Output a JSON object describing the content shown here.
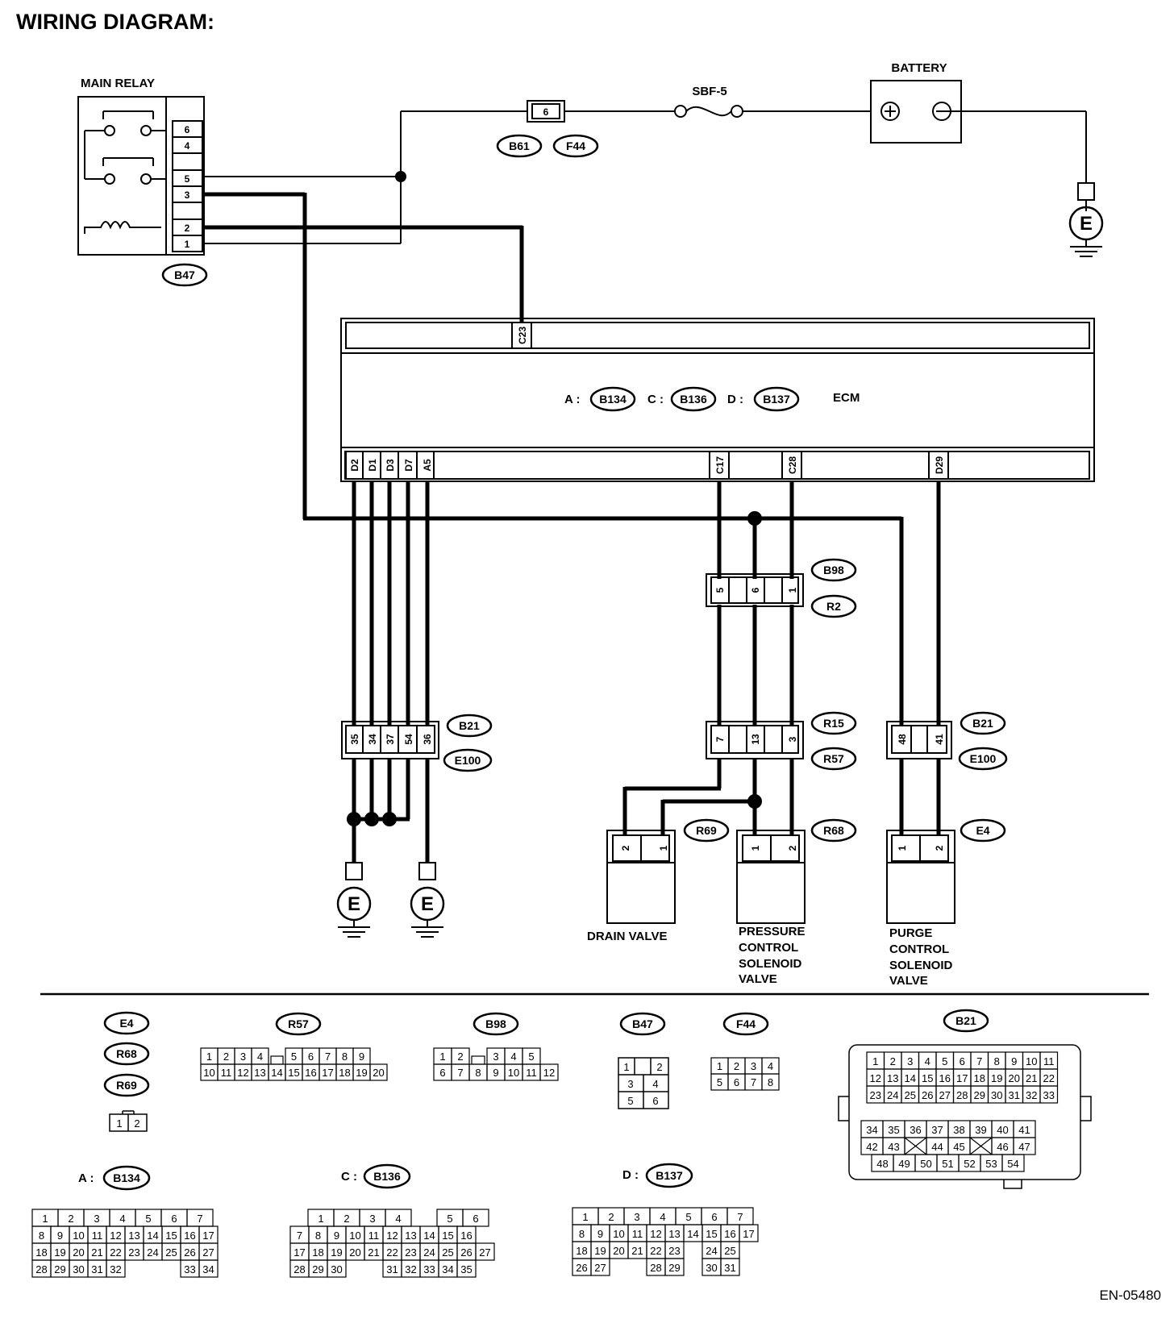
{
  "title": "WIRING DIAGRAM:",
  "footer_code": "EN-05480",
  "ground_symbol": "E",
  "components": {
    "main_relay": "MAIN RELAY",
    "battery": "BATTERY",
    "fuse": "SBF-5",
    "ecm": "ECM",
    "drain_valve": "DRAIN VALVE",
    "pressure_valve": [
      "PRESSURE",
      "CONTROL",
      "SOLENOID",
      "VALVE"
    ],
    "purge_valve": [
      "PURGE",
      "CONTROL",
      "SOLENOID",
      "VALVE"
    ]
  },
  "main_relay_pins": [
    "6",
    "4",
    "5",
    "3",
    "2",
    "1"
  ],
  "connector_codes": {
    "b47": "B47",
    "b61": "B61",
    "f44": "F44",
    "b98": "B98",
    "r2": "R2",
    "b21_left": "B21",
    "e100_left": "E100",
    "r15": "R15",
    "r57": "R57",
    "b21_right": "B21",
    "e100_right": "E100",
    "r69": "R69",
    "r68": "R68",
    "e4": "E4"
  },
  "fuse_connector_pin": "6",
  "ecm_connectors": [
    {
      "prefix": "A :",
      "code": "B134"
    },
    {
      "prefix": "C :",
      "code": "B136"
    },
    {
      "prefix": "D :",
      "code": "B137"
    }
  ],
  "ecm_top_pin": "C23",
  "ecm_bottom_pins": [
    "D2",
    "D1",
    "D3",
    "D7",
    "A5",
    "C17",
    "C28",
    "D29"
  ],
  "joint_b98_pins": [
    "5",
    "6",
    "1"
  ],
  "joint_b21_left_pins": [
    "35",
    "34",
    "37",
    "54",
    "36"
  ],
  "joint_r15_pins": [
    "7",
    "13",
    "3"
  ],
  "joint_b21_right_pins": [
    "48",
    "41"
  ],
  "drain_valve_pins": [
    "2",
    "1"
  ],
  "pressure_valve_pins": [
    "1",
    "2"
  ],
  "purge_valve_pins": [
    "1",
    "2"
  ],
  "legend": {
    "e4_r68_r69": {
      "codes": [
        "E4",
        "R68",
        "R69"
      ],
      "pins": [
        "1",
        "2"
      ]
    },
    "r57": {
      "code": "R57",
      "row1": [
        "1",
        "2",
        "3",
        "4",
        "",
        "5",
        "6",
        "7",
        "8",
        "9"
      ],
      "row2": [
        "10",
        "11",
        "12",
        "13",
        "14",
        "15",
        "16",
        "17",
        "18",
        "19",
        "20"
      ]
    },
    "b98": {
      "code": "B98",
      "row1": [
        "1",
        "2",
        "",
        "3",
        "4",
        "5"
      ],
      "row2": [
        "6",
        "7",
        "8",
        "9",
        "10",
        "11",
        "12"
      ]
    },
    "b47": {
      "code": "B47",
      "rows": [
        [
          "1",
          "",
          "2"
        ],
        [
          "3",
          "4"
        ],
        [
          "5",
          "6"
        ]
      ]
    },
    "f44": {
      "code": "F44",
      "row1": [
        "1",
        "2",
        "3",
        "4"
      ],
      "row2": [
        "5",
        "6",
        "7",
        "8"
      ]
    },
    "b21": {
      "code": "B21",
      "rows": [
        [
          "1",
          "2",
          "3",
          "4",
          "5",
          "6",
          "7",
          "8",
          "9",
          "10",
          "11"
        ],
        [
          "12",
          "13",
          "14",
          "15",
          "16",
          "17",
          "18",
          "19",
          "20",
          "21",
          "22"
        ],
        [
          "23",
          "24",
          "25",
          "26",
          "27",
          "28",
          "29",
          "30",
          "31",
          "32",
          "33"
        ],
        [
          "34",
          "35",
          "36",
          "37",
          "38",
          "39",
          "40",
          "41"
        ],
        [
          "42",
          "43",
          "",
          "44",
          "45",
          "",
          "46",
          "47"
        ],
        [
          "48",
          "49",
          "50",
          "51",
          "52",
          "53",
          "54"
        ]
      ]
    },
    "b134": {
      "prefix": "A :",
      "code": "B134",
      "rows": [
        [
          "1",
          "2",
          "3",
          "4",
          "5",
          "6",
          "7"
        ],
        [
          "8",
          "9",
          "10",
          "11",
          "12",
          "13",
          "14",
          "15",
          "16",
          "17"
        ],
        [
          "18",
          "19",
          "20",
          "21",
          "22",
          "23",
          "24",
          "25",
          "26",
          "27"
        ],
        [
          "28",
          "29",
          "30",
          "31",
          "32",
          "",
          "",
          "",
          "33",
          "34"
        ]
      ]
    },
    "b136": {
      "prefix": "C :",
      "code": "B136",
      "rows": [
        [
          "1",
          "2",
          "3",
          "4",
          "",
          "5",
          "6"
        ],
        [
          "7",
          "8",
          "9",
          "10",
          "11",
          "12",
          "13",
          "14",
          "15",
          "16"
        ],
        [
          "17",
          "18",
          "19",
          "20",
          "21",
          "22",
          "23",
          "24",
          "25",
          "26",
          "27"
        ],
        [
          "28",
          "29",
          "30",
          "",
          "",
          "31",
          "32",
          "33",
          "34",
          "35"
        ]
      ]
    },
    "b137": {
      "prefix": "D :",
      "code": "B137",
      "rows": [
        [
          "1",
          "2",
          "3",
          "4",
          "5",
          "6",
          "7"
        ],
        [
          "8",
          "9",
          "10",
          "11",
          "12",
          "13",
          "14",
          "15",
          "16",
          "17"
        ],
        [
          "18",
          "19",
          "20",
          "21",
          "22",
          "23",
          "",
          "24",
          "25"
        ],
        [
          "26",
          "27",
          "",
          "",
          "28",
          "29",
          "",
          "30",
          "31"
        ]
      ]
    }
  }
}
